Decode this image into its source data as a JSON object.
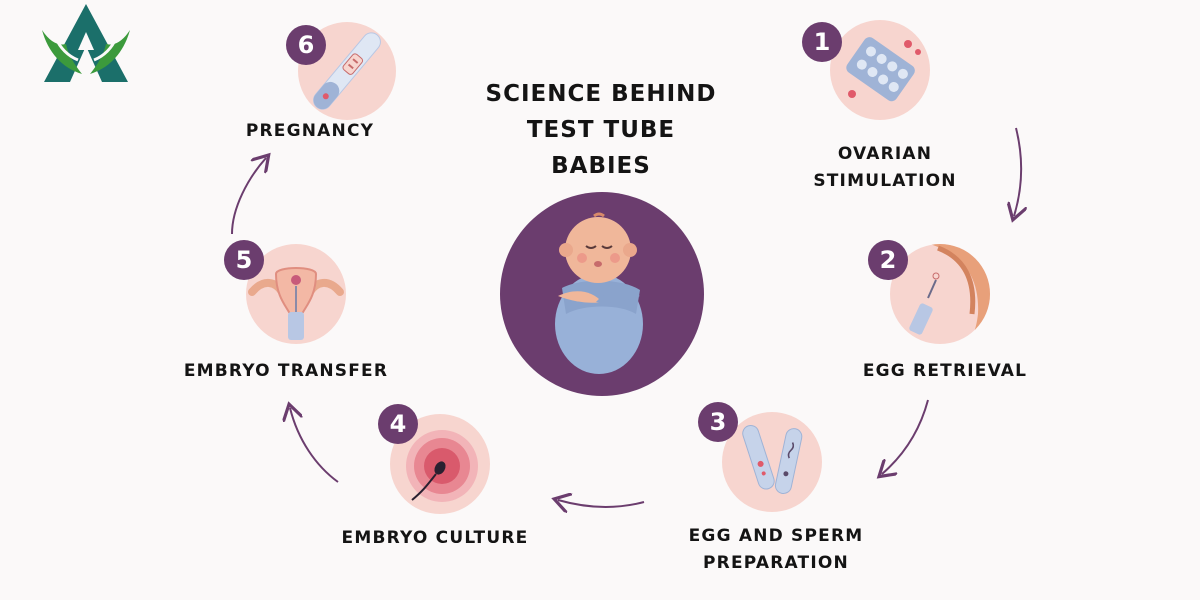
{
  "title_lines": [
    "SCIENCE BEHIND",
    "TEST TUBE",
    "BABIES"
  ],
  "steps": [
    {
      "number": "1",
      "label_lines": [
        "OVARIAN",
        "STIMULATION"
      ],
      "icon": "pill-blister-icon"
    },
    {
      "number": "2",
      "label_lines": [
        "EGG RETRIEVAL"
      ],
      "icon": "needle-retrieval-icon"
    },
    {
      "number": "3",
      "label_lines": [
        "EGG AND SPERM",
        "PREPARATION"
      ],
      "icon": "test-tubes-icon"
    },
    {
      "number": "4",
      "label_lines": [
        "EMBRYO CULTURE"
      ],
      "icon": "egg-sperm-icon"
    },
    {
      "number": "5",
      "label_lines": [
        "EMBRYO TRANSFER"
      ],
      "icon": "uterus-icon"
    },
    {
      "number": "6",
      "label_lines": [
        "PREGNANCY"
      ],
      "icon": "pregnancy-test-icon"
    }
  ],
  "colors": {
    "badge": "#6b3d6e",
    "icon_disc": "#f7d5cf",
    "center_disc": "#6b3d6e",
    "blanket": "#98b1d8",
    "logo_teal": "#1b6f6a",
    "logo_green": "#3c9a3c"
  }
}
